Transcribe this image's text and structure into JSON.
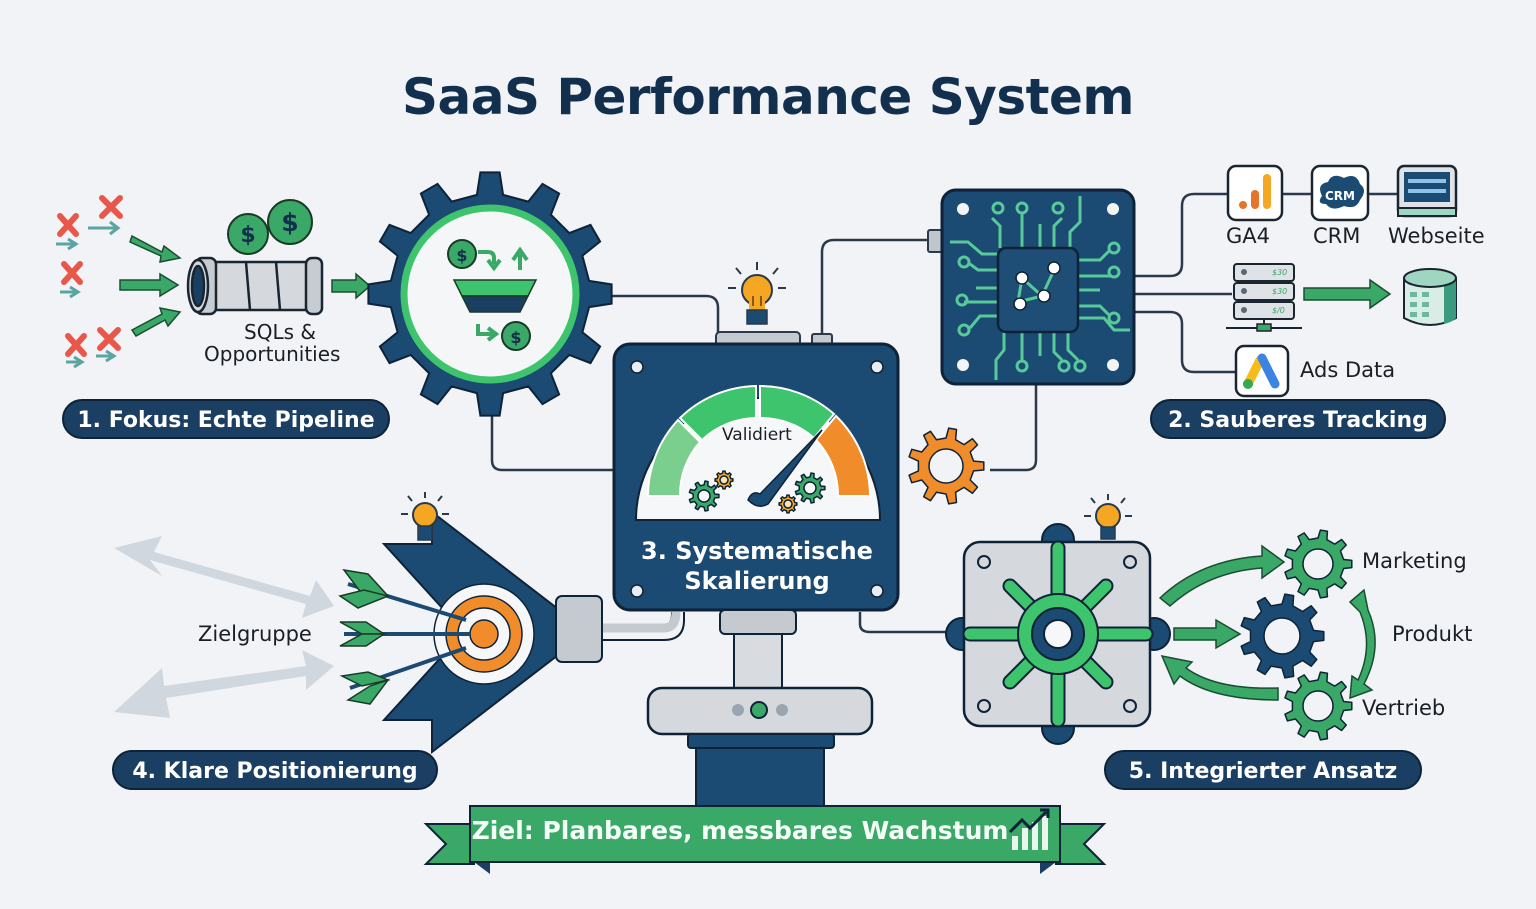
{
  "title": "SaaS Performance System",
  "colors": {
    "navy": "#1b3f63",
    "green": "#3aa866",
    "orange": "#f08c2a",
    "gray": "#c9ced5",
    "red": "#e8574a",
    "background": "#f1f3f7"
  },
  "sections": [
    {
      "label": "1. Fokus: Echte Pipeline",
      "annotations": [
        "SQLs & Opportunities"
      ],
      "icons": [
        "rejected-lead-icon",
        "money-icon",
        "pipe-icon",
        "funnel-gear-icon"
      ]
    },
    {
      "label": "2. Sauberes Tracking",
      "sources": [
        "GA4",
        "CRM",
        "Webseite",
        "Ads Data"
      ],
      "icons": [
        "chip-icon",
        "server-icon",
        "database-icon"
      ]
    },
    {
      "label": "3. Systematische Skalierung",
      "gauge_label": "Validiert",
      "status_lights": [
        "off",
        "on",
        "off"
      ]
    },
    {
      "label": "4. Klare Positionierung",
      "target_label": "Zielgruppe",
      "icons": [
        "target-icon",
        "arrow-icon",
        "lightbulb-icon"
      ]
    },
    {
      "label": "5. Integrierter Ansatz",
      "teams": [
        "Marketing",
        "Produkt",
        "Vertrieb"
      ],
      "icons": [
        "gear-icon",
        "cycle-arrow-icon"
      ]
    }
  ],
  "center": {
    "line1": "3. Systematische",
    "line2": "Skalierung",
    "gauge_label": "Validiert"
  },
  "section1": {
    "label": "1. Fokus: Echte Pipeline",
    "caption_line1": "SQLs &",
    "caption_line2": "Opportunities"
  },
  "section2": {
    "label": "2. Sauberes Tracking",
    "ga4": "GA4",
    "crm": "CRM",
    "crm_icon": "CRM",
    "website": "Webseite",
    "ads": "Ads Data",
    "server_rows": [
      "$30",
      "$30",
      "$/0"
    ]
  },
  "section4": {
    "label": "4. Klare Positionierung",
    "target": "Zielgruppe"
  },
  "section5": {
    "label": "5. Integrierter Ansatz",
    "marketing": "Marketing",
    "product": "Produkt",
    "sales": "Vertrieb"
  },
  "banner": {
    "text": "Ziel: Planbares, messbares Wachstum",
    "icon": "growth-chart-icon"
  }
}
